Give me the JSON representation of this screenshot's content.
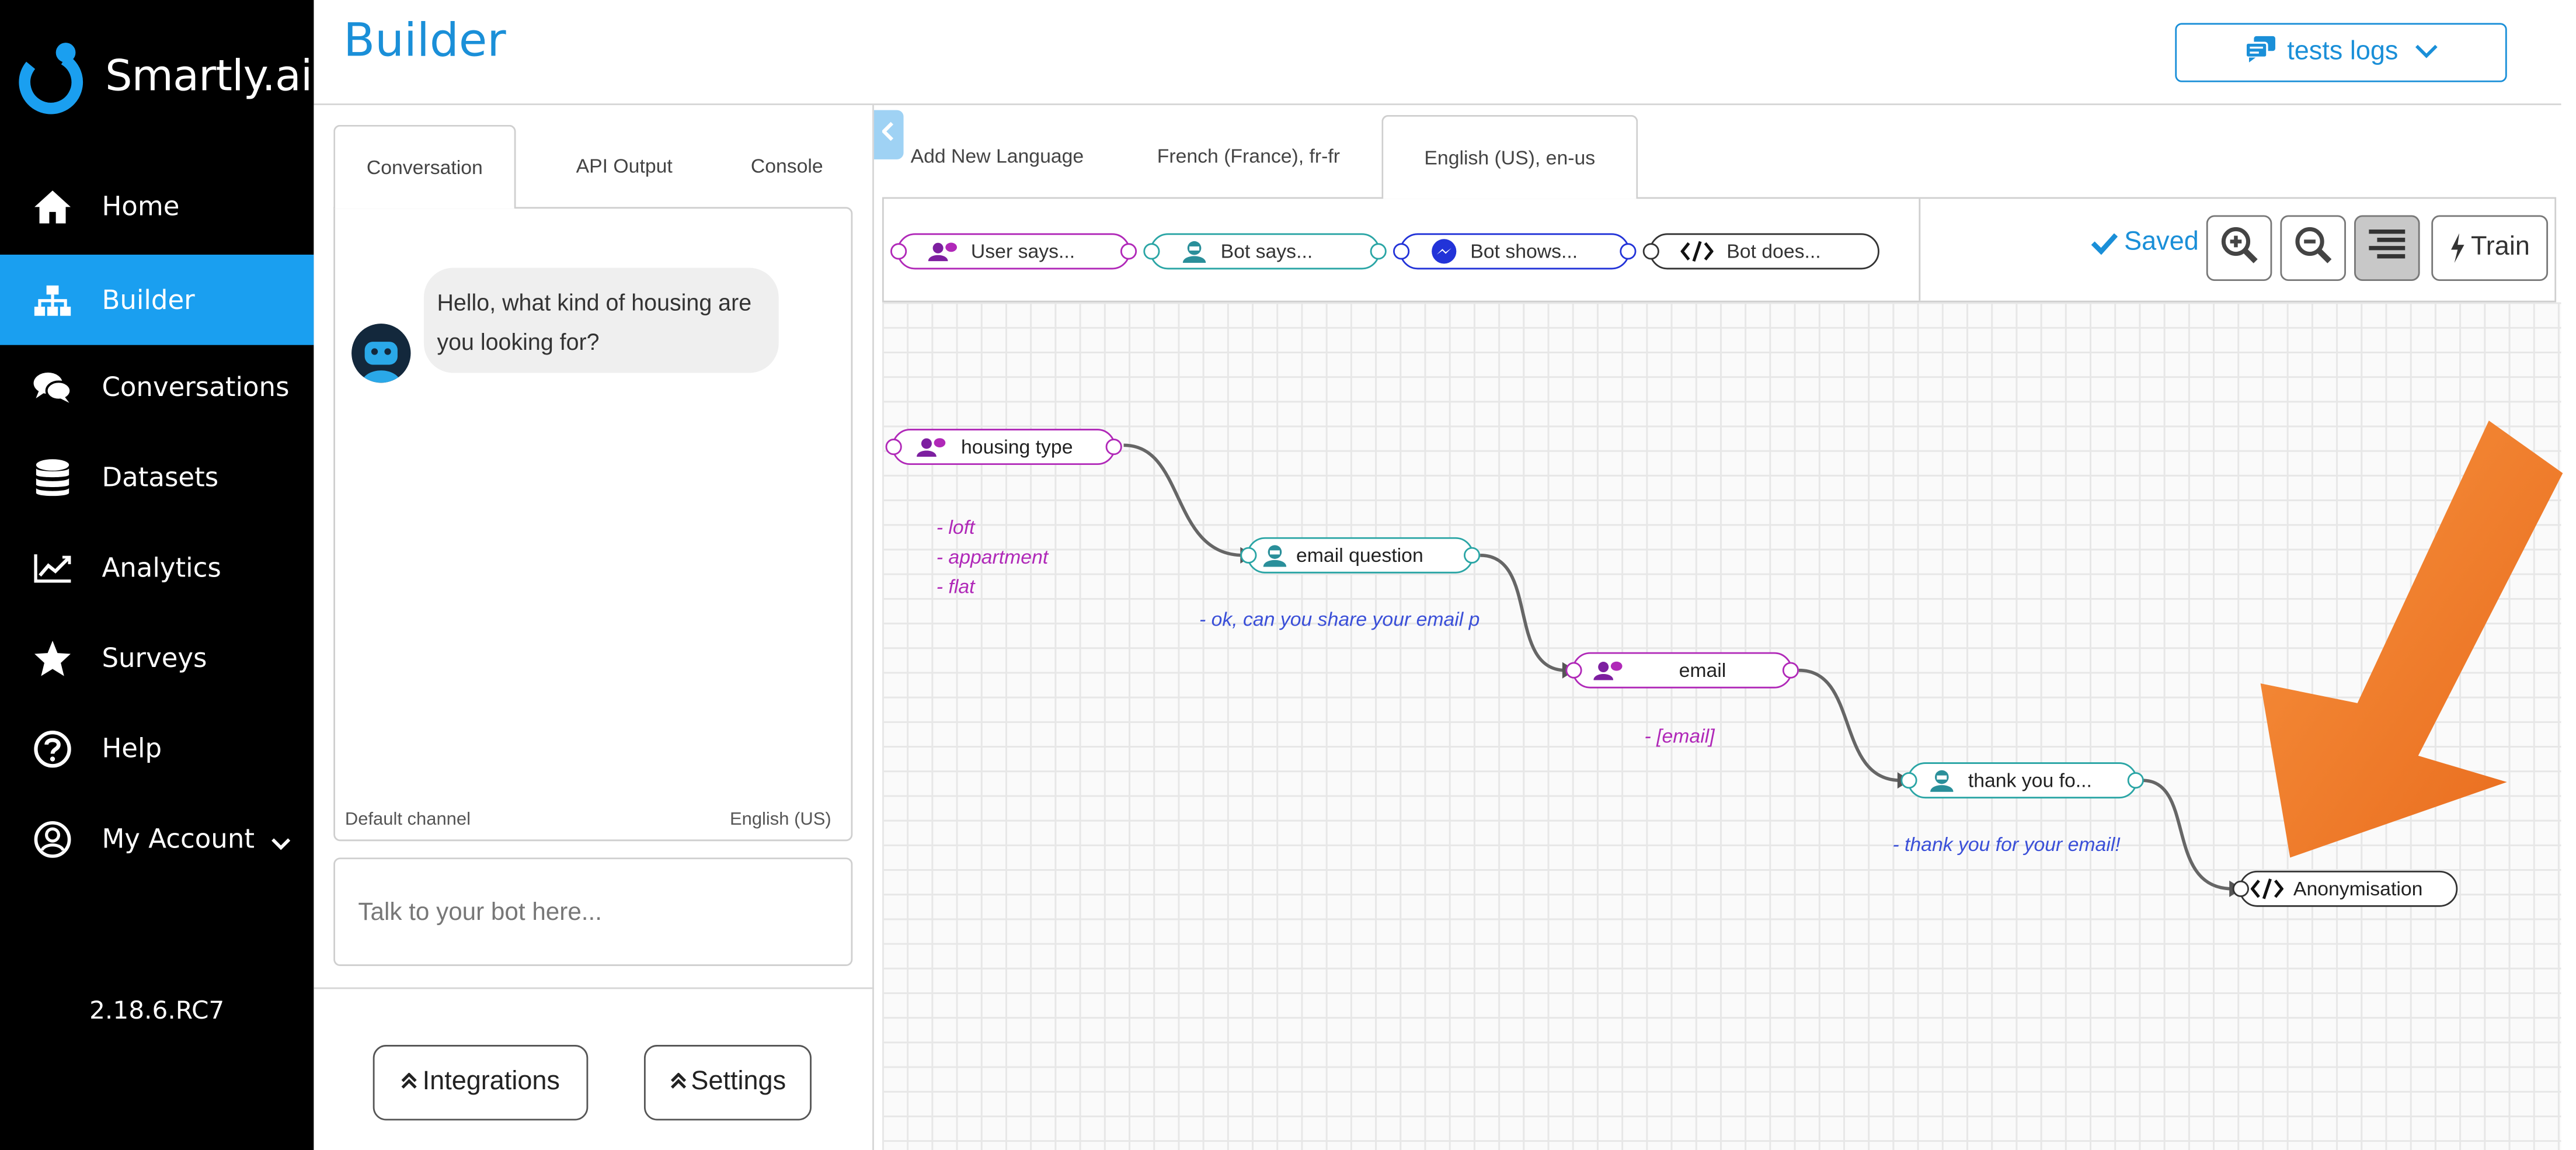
{
  "app": {
    "name": "Smartly.ai",
    "version": "2.18.6.RC7",
    "accent": "#1a9ff0"
  },
  "sidebar": {
    "items": [
      {
        "label": "Home",
        "icon": "home-icon"
      },
      {
        "label": "Builder",
        "icon": "sitemap-icon",
        "active": true
      },
      {
        "label": "Conversations",
        "icon": "comments-icon"
      },
      {
        "label": "Datasets",
        "icon": "database-icon"
      },
      {
        "label": "Analytics",
        "icon": "line-chart-icon"
      },
      {
        "label": "Surveys",
        "icon": "star-icon"
      },
      {
        "label": "Help",
        "icon": "question-circle-icon"
      },
      {
        "label": "My Account",
        "icon": "user-circle-icon"
      }
    ]
  },
  "header": {
    "title": "Builder",
    "logs_button": "tests logs"
  },
  "left_panel": {
    "tabs": [
      "Conversation",
      "API Output",
      "Console"
    ],
    "active_tab": "Conversation",
    "chat": {
      "bot_message": "Hello, what kind of housing are you looking for?",
      "channel": "Default channel",
      "language": "English (US)"
    },
    "input_placeholder": "Talk to your bot here...",
    "buttons": {
      "integrations": "Integrations",
      "settings": "Settings"
    }
  },
  "builder": {
    "language_tabs": [
      "Add New Language",
      "French (France), fr-fr",
      "English (US), en-us"
    ],
    "active_language": "English (US), en-us",
    "palette": {
      "user_says": "User says...",
      "bot_says": "Bot says...",
      "bot_shows": "Bot shows...",
      "bot_does": "Bot does..."
    },
    "status": "Saved",
    "train": "Train",
    "colors": {
      "user": "#b028b8",
      "bot_says": "#2aa5a5",
      "bot_shows": "#2233d8",
      "bot_does": "#333333",
      "edge": "#666666"
    },
    "nodes": {
      "housing_type": "housing type",
      "email_question": "email question",
      "email": "email",
      "thank_you": "thank you fo...",
      "anonymisation": "Anonymisation"
    },
    "annotations": {
      "housing_values": [
        "- loft",
        "- appartment",
        "- flat"
      ],
      "email_question_text": "- ok, can you share your email p",
      "email_entity": "- [email]",
      "thank_you_text": "- thank you for your email!"
    },
    "highlight_arrow_color": "#f07a28"
  }
}
